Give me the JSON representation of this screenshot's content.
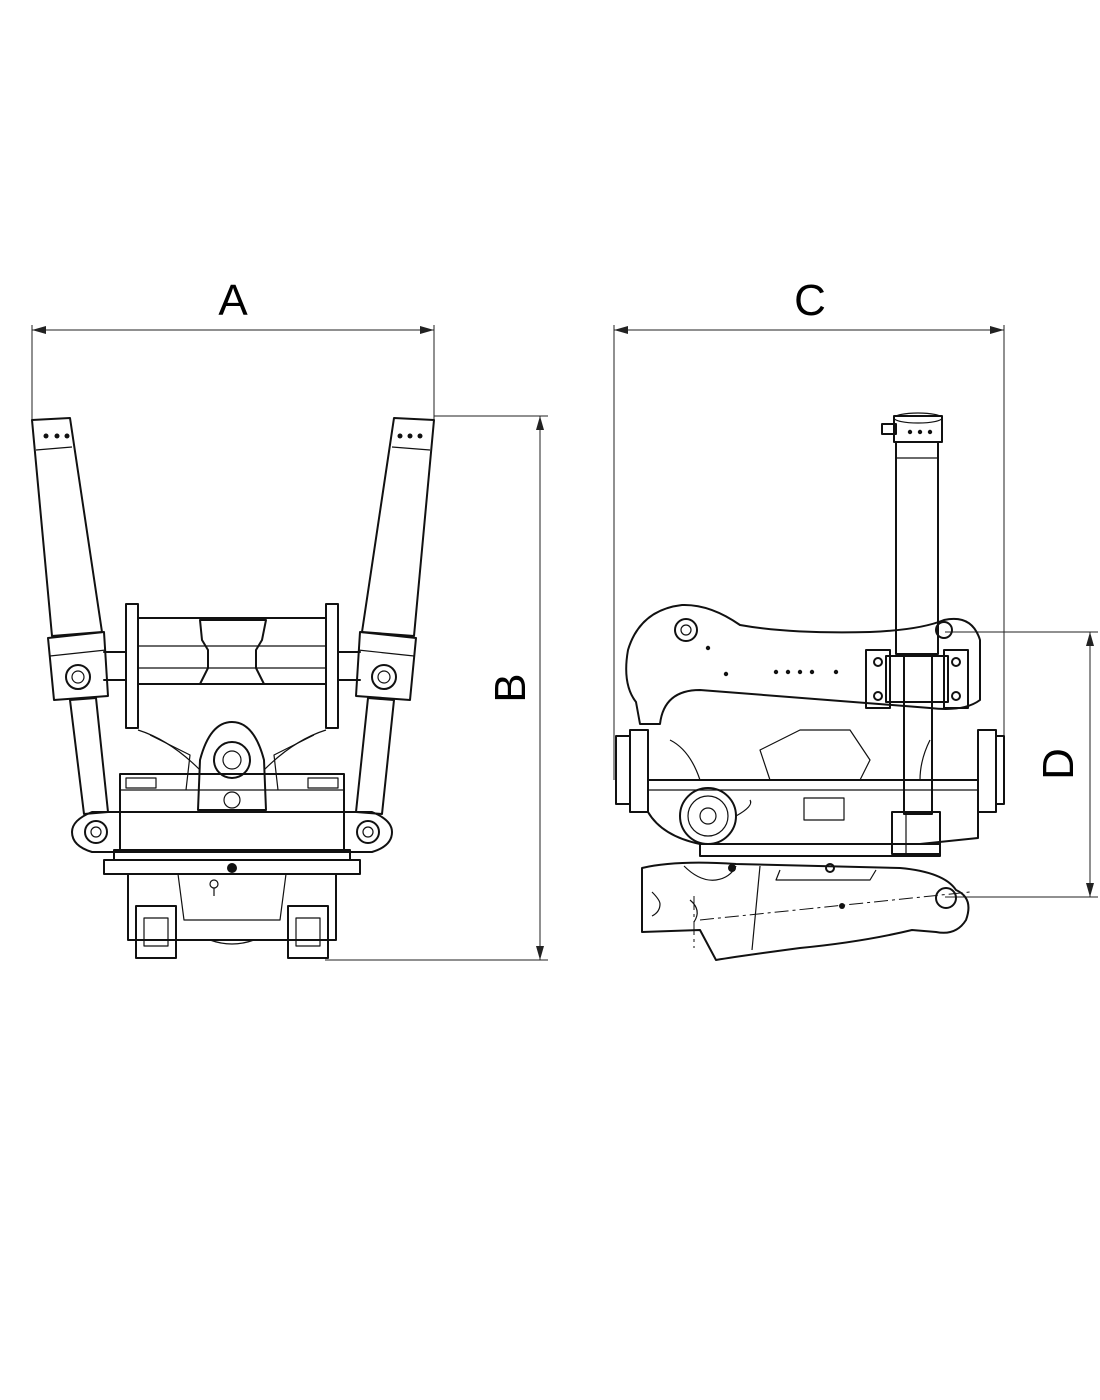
{
  "dimensions": {
    "A": "A",
    "B": "B",
    "C": "C",
    "D": "D"
  },
  "colors": {
    "line": "#111111",
    "background": "#ffffff"
  }
}
